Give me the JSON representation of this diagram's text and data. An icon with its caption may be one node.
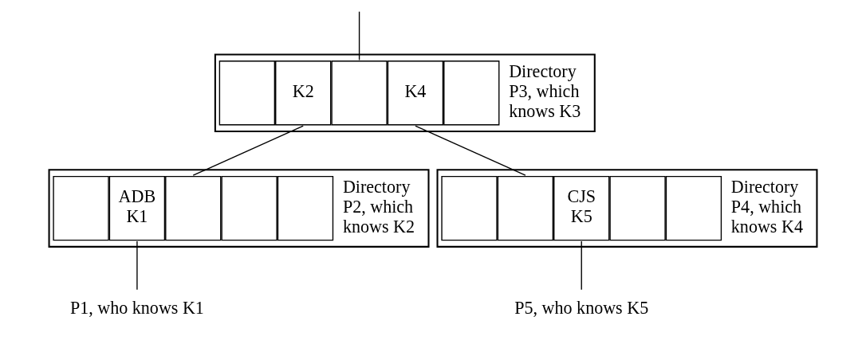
{
  "diagram": {
    "nodes": [
      {
        "text": [],
        "shape": "box",
        "beside": [
          "Directory P3, which knows K3"
        ]
      },
      {
        "text": [],
        "shape": "box",
        "in": 0
      },
      {
        "text": [
          "K2"
        ],
        "in": 0
      },
      {
        "text": [],
        "shape": "box",
        "in": 0
      },
      {
        "text": [
          "K4"
        ],
        "in": 0
      },
      {
        "text": [],
        "shape": "box",
        "in": 0
      },
      {
        "text": [],
        "shape": "box",
        "beside": [
          "Directory P2, which knows K2"
        ]
      },
      {
        "text": [],
        "shape": "box",
        "in": 6
      },
      {
        "text": [
          "ADB K1"
        ],
        "in": 6
      },
      {
        "text": [],
        "shape": "box",
        "in": 6
      },
      {
        "text": [],
        "shape": "box",
        "in": 6
      },
      {
        "text": [],
        "shape": "box",
        "in": 6
      },
      {
        "text": [],
        "shape": "box",
        "beside": [
          "Directory P4, which knows K4"
        ]
      },
      {
        "text": [],
        "shape": "box",
        "in": 12
      },
      {
        "text": [],
        "shape": "box",
        "in": 12
      },
      {
        "text": [
          "CJS K5"
        ],
        "in": 12
      },
      {
        "text": [],
        "shape": "box",
        "in": 12
      },
      {
        "text": [],
        "shape": "box",
        "in": 12
      },
      {
        "text": [
          "P1, who knows K1"
        ]
      },
      {
        "text": [
          "P5, who knows K5"
        ]
      }
    ],
    "edges": [
      {
        "from": null,
        "to": 3,
        "arrow": "none"
      },
      {
        "from": 2,
        "to": 9,
        "arrow": "none"
      },
      {
        "from": 4,
        "to": 14,
        "arrow": "none"
      },
      {
        "from": 8,
        "to": 18,
        "arrow": "none"
      },
      {
        "from": 15,
        "to": 19,
        "arrow": "none"
      }
    ]
  }
}
